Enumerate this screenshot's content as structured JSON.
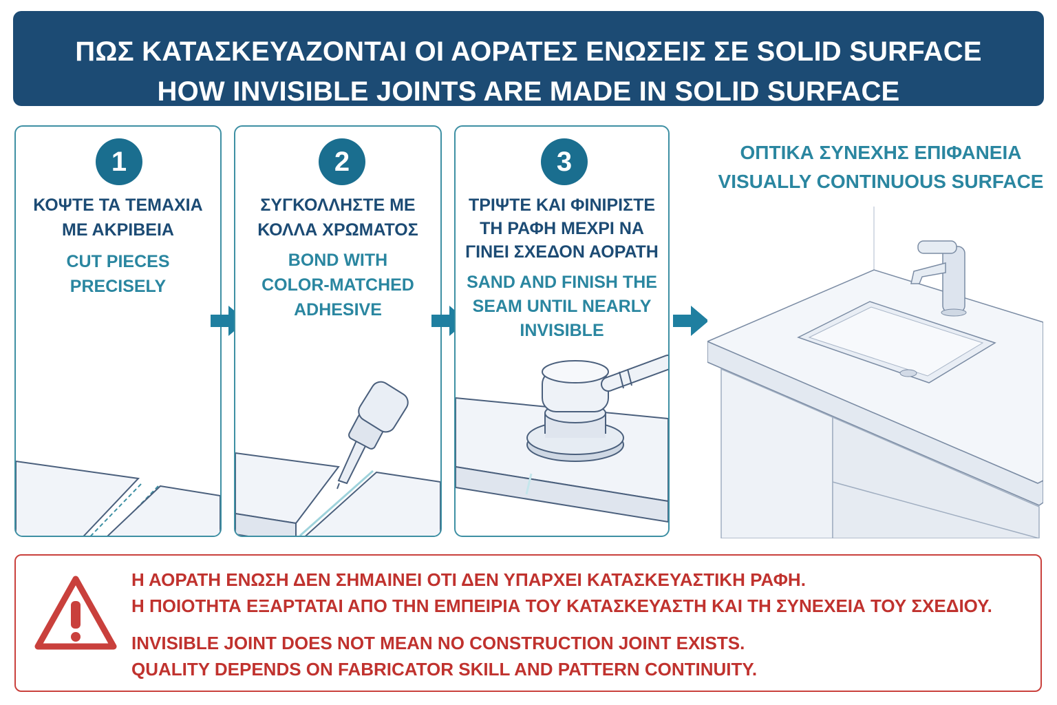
{
  "header": {
    "title_gr": "ΠΩΣ ΚΑΤΑΣΚΕΥΑΖΟΝΤΑΙ ΟΙ ΑΟΡΑΤΕΣ ΕΝΩΣΕΙΣ ΣΕ SOLID SURFACE",
    "title_en": "HOW INVISIBLE JOINTS ARE MADE IN SOLID SURFACE"
  },
  "steps": [
    {
      "number": "1",
      "gr_lines": [
        "ΚΟΨΤΕ ΤΑ ΤΕΜΑΧΙΑ",
        "ΜΕ ΑΚΡΙΒΕΙΑ"
      ],
      "en_lines": [
        "CUT PIECES",
        "PRECISELY"
      ],
      "icon": "cut-pieces-illustration"
    },
    {
      "number": "2",
      "gr_lines": [
        "ΣΥΓΚΟΛΛΗΣΤΕ ΜΕ",
        "ΚΟΛΛΑ ΧΡΩΜΑΤΟΣ"
      ],
      "en_lines": [
        "BOND WITH",
        "COLOR-MATCHED",
        "ADHESIVE"
      ],
      "icon": "adhesive-bonding-illustration"
    },
    {
      "number": "3",
      "gr_lines": [
        "ΤΡΙΨΤΕ ΚΑΙ ΦΙΝΙΡΙΣΤΕ",
        "ΤΗ ΡΑΦΗ ΜΕΧΡΙ ΝΑ",
        "ΓΙΝΕΙ ΣΧΕΔΟΝ ΑΟΡΑΤΗ"
      ],
      "en_lines": [
        "SAND AND FINISH THE",
        "SEAM UNTIL NEARLY",
        "INVISIBLE"
      ],
      "icon": "orbital-sander-illustration"
    }
  ],
  "result": {
    "title_gr": "ΟΠΤΙΚΑ ΣΥΝΕΧΗΣ ΕΠΙΦΑΝΕΙΑ",
    "title_en": "VISUALLY CONTINUOUS SURFACE",
    "icon": "vanity-sink-illustration"
  },
  "warning": {
    "icon": "warning-triangle-icon",
    "gr_line1": "Η ΑΟΡΑΤΗ ΕΝΩΣΗ ΔΕΝ ΣΗΜΑΙΝΕΙ ΟΤΙ ΔΕΝ ΥΠΑΡΧΕΙ ΚΑΤΑΣΚΕΥΑΣΤΙΚΗ ΡΑΦΗ.",
    "gr_line2": "Η ΠΟΙΟΤΗΤΑ ΕΞΑΡΤΑΤΑΙ ΑΠΟ ΤΗΝ ΕΜΠΕΙΡΙΑ ΤΟΥ ΚΑΤΑΣΚΕΥΑΣΤΗ ΚΑΙ ΤΗ ΣΥΝΕΧΕΙΑ ΤΟΥ ΣΧΕΔΙΟΥ.",
    "en_line1": "INVISIBLE JOINT DOES NOT MEAN NO CONSTRUCTION JOINT EXISTS.",
    "en_line2": "QUALITY DEPENDS ON FABRICATOR SKILL AND PATTERN CONTINUITY."
  },
  "colors": {
    "header_bg": "#1c4b74",
    "step_border": "#3d8fa3",
    "step_number_bg": "#1a6e8f",
    "greek_text": "#1c4b74",
    "english_text": "#2a86a0",
    "arrow": "#1f7fa0",
    "warning": "#c9403c"
  }
}
